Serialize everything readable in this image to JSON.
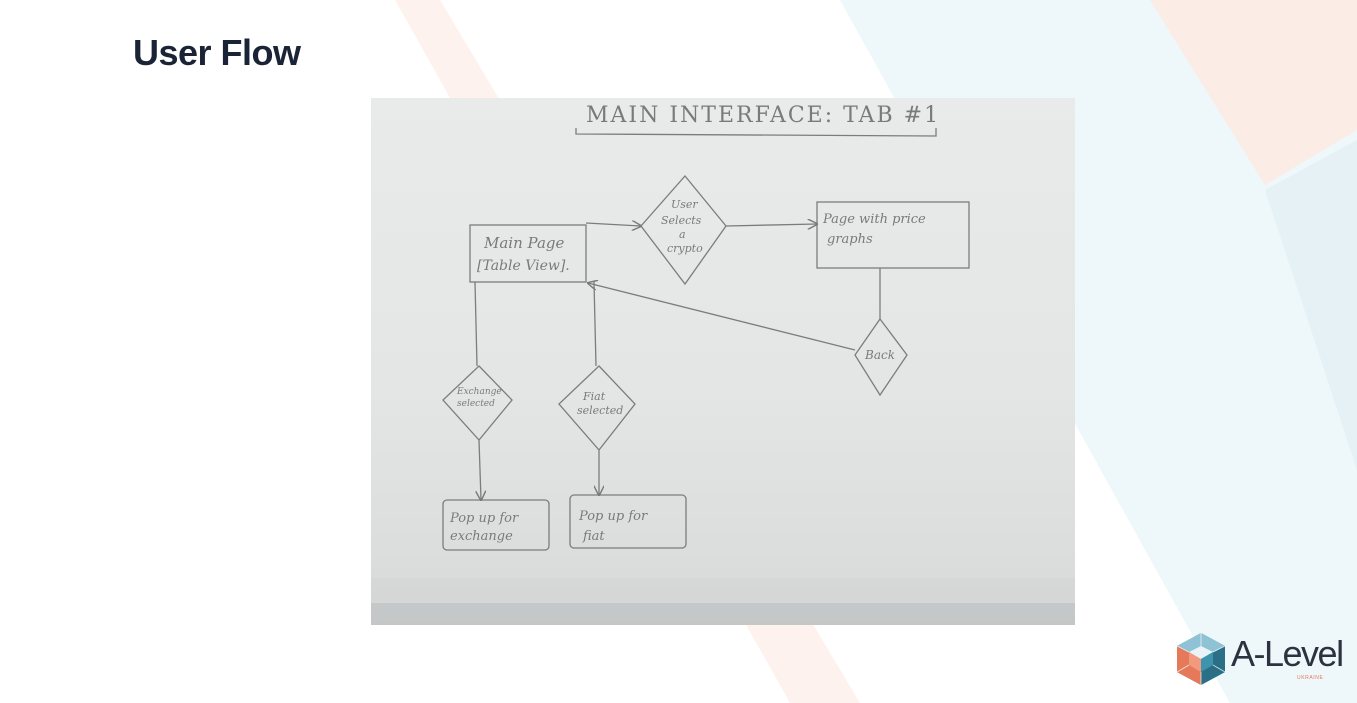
{
  "slide": {
    "title": "User Flow"
  },
  "sketch": {
    "title": "MAIN INTERFACE: TAB #1",
    "nodes": {
      "main_page_line1": "Main Page",
      "main_page_line2": "[Table View].",
      "user_selects_line1": "User",
      "user_selects_line2": "Selects",
      "user_selects_line3": "a",
      "user_selects_line4": "crypto",
      "price_page_line1": "Page with price",
      "price_page_line2": "graphs",
      "back": "Back",
      "exchange_selected_line1": "Exchange",
      "exchange_selected_line2": "selected",
      "fiat_selected_line1": "Fiat",
      "fiat_selected_line2": "selected",
      "popup_exchange_line1": "Pop up for",
      "popup_exchange_line2": "exchange",
      "popup_fiat_line1": "Pop up for",
      "popup_fiat_line2": "fiat"
    }
  },
  "logo": {
    "wordmark": "A-Level",
    "subtitle": "UKRAINE",
    "colors": [
      "#e5795a",
      "#3f94ad",
      "#8fc2d4",
      "#2a6f86"
    ]
  },
  "colors": {
    "title_text": "#1b2437",
    "pencil": "#7c7c7c",
    "paper": "#e6e7e7",
    "background_blue": "#e8f4f8",
    "background_peach": "#fbece6"
  }
}
